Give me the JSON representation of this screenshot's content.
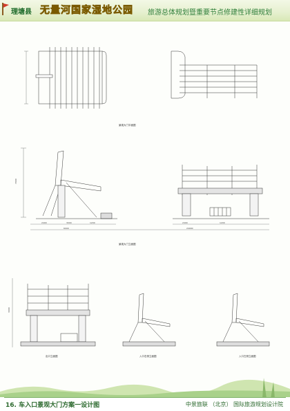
{
  "header": {
    "region": "理塘县",
    "park_name": "无量河国家湿地公园",
    "subtitle": "旅游总体规划暨重要节点修建性详细规划"
  },
  "drawings": {
    "top_left_caption": "景观大门平面图",
    "side_caption": "景观大门立面图",
    "small_front_caption": "出口立面图",
    "small_side_caption_1": "入口右侧立面图",
    "small_side_caption_2": "入口左侧立面图",
    "dims": {
      "side_a": "2400",
      "side_b": "3000",
      "side_c": "1200",
      "side_d": "6000",
      "front_a": "2400",
      "front_b": "1200",
      "front_c": "24000",
      "height_a": "7000",
      "height_b": "3000"
    }
  },
  "footer": {
    "title": "16. 车入口景观大门方案一设计图",
    "org": "中景旅联 （北京） 国际旅游规划设计院"
  },
  "colors": {
    "header_green": "#1e6b2a",
    "park_yellow": "#f2d23a",
    "footer_green": "#2d6a2f"
  }
}
